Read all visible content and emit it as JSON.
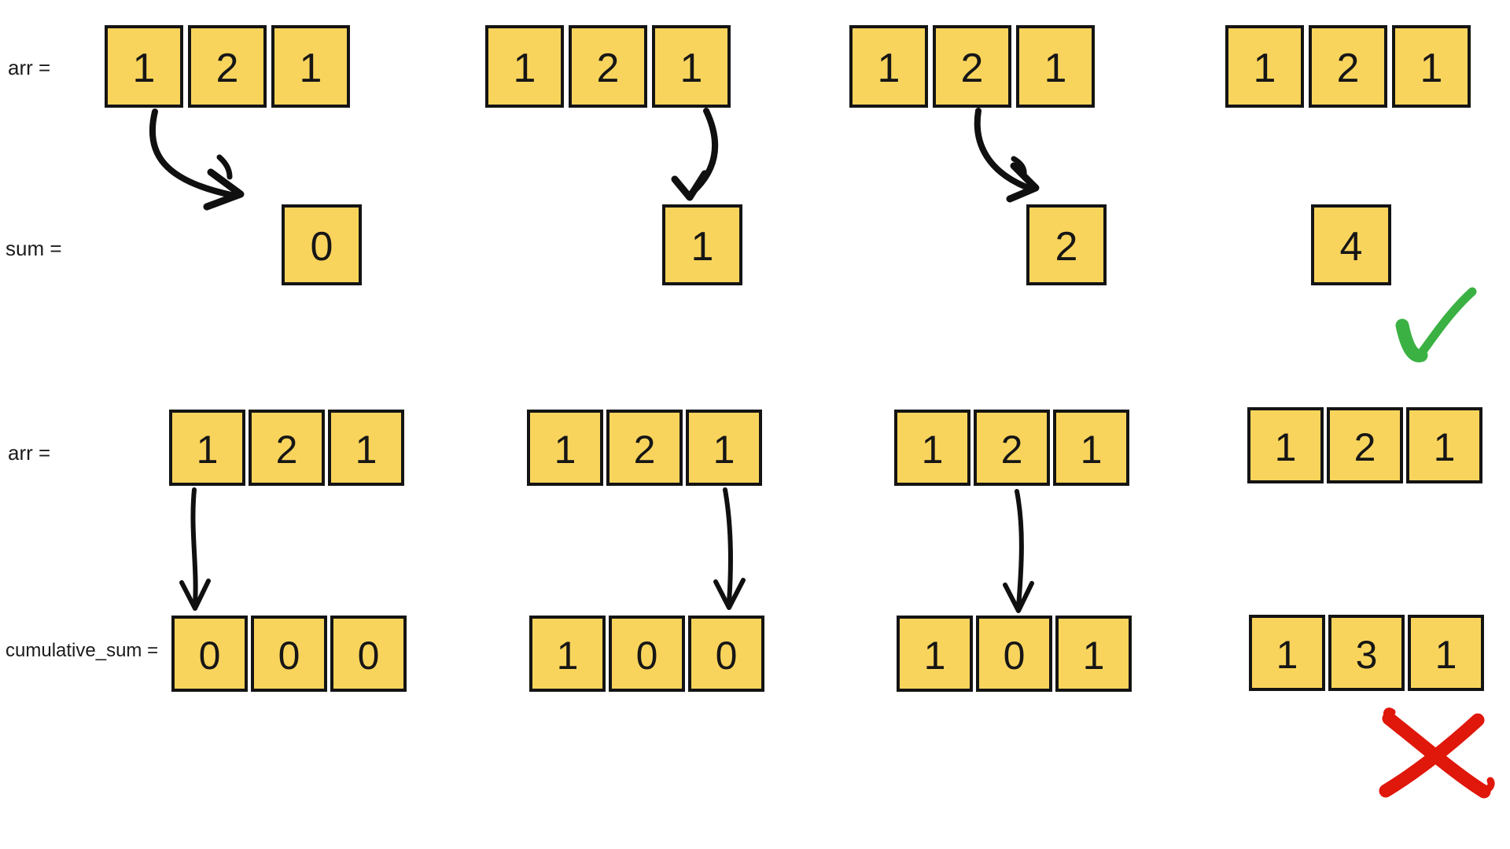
{
  "colors": {
    "box_fill": "#F9D45C",
    "box_border": "#141414",
    "label_text": "#1b1b1b",
    "check_green": "#3BB143",
    "cross_red": "#E0170B"
  },
  "top": {
    "arr_label": "arr =",
    "sum_label": "sum =",
    "steps": [
      {
        "arr": [
          1,
          2,
          1
        ],
        "sum": 0,
        "arrow_from_index": 0
      },
      {
        "arr": [
          1,
          2,
          1
        ],
        "sum": 1,
        "arrow_from_index": 2
      },
      {
        "arr": [
          1,
          2,
          1
        ],
        "sum": 2,
        "arrow_from_index": 1
      },
      {
        "arr": [
          1,
          2,
          1
        ],
        "sum": 4,
        "arrow_from_index": null,
        "result": "correct"
      }
    ]
  },
  "bottom": {
    "arr_label": "arr =",
    "cumulative_label": "cumulative_sum =",
    "steps": [
      {
        "arr": [
          1,
          2,
          1
        ],
        "cumulative_sum": [
          0,
          0,
          0
        ],
        "arrow_from_index": 0
      },
      {
        "arr": [
          1,
          2,
          1
        ],
        "cumulative_sum": [
          1,
          0,
          0
        ],
        "arrow_from_index": 2
      },
      {
        "arr": [
          1,
          2,
          1
        ],
        "cumulative_sum": [
          1,
          0,
          1
        ],
        "arrow_from_index": 1
      },
      {
        "arr": [
          1,
          2,
          1
        ],
        "cumulative_sum": [
          1,
          3,
          1
        ],
        "arrow_from_index": null,
        "result": "incorrect"
      }
    ]
  }
}
